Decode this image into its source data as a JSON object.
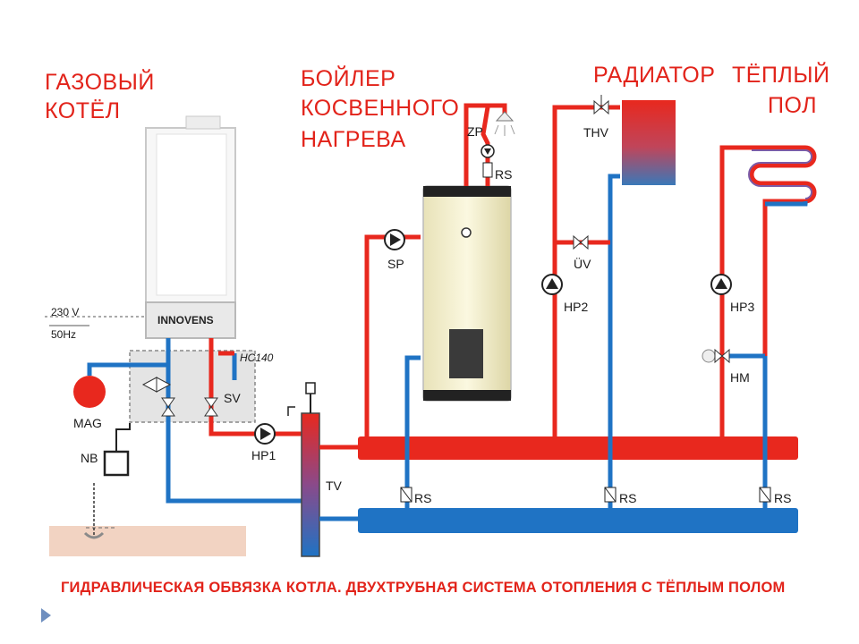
{
  "titles": {
    "boiler_line1": "ГАЗОВЫЙ",
    "boiler_line2": "КОТЁЛ",
    "tank_line1": "БОЙЛЕР",
    "tank_line2": "КОСВЕННОГО",
    "tank_line3": "НАГРЕВА",
    "radiator": "РАДИАТОР",
    "floor_line1": "ТЁПЛЫЙ",
    "floor_line2": "ПОЛ"
  },
  "boiler": {
    "brand": "INNOVENS",
    "voltage": "230 V",
    "frequency": "50Hz"
  },
  "labels": {
    "mag": "MAG",
    "nb": "NB",
    "hc140": "HC140",
    "sv": "SV",
    "hp1": "HP1",
    "tv": "TV",
    "sp": "SP",
    "zp": "ZP",
    "rs_tank": "RS",
    "thv": "THV",
    "uv": "ÜV",
    "hp2": "HP2",
    "hp3": "HP3",
    "hm": "HM",
    "rs1": "RS",
    "rs2": "RS",
    "rs3": "RS"
  },
  "caption": "ГИДРАВЛИЧЕСКАЯ ОБВЯЗКА КОТЛА. ДВУХТРУБНАЯ СИСТЕМА ОТОПЛЕНИЯ С ТЁПЛЫМ ПОЛОМ",
  "colors": {
    "hot": "#e8281e",
    "cold": "#1f73c4",
    "title": "#e2231a"
  }
}
